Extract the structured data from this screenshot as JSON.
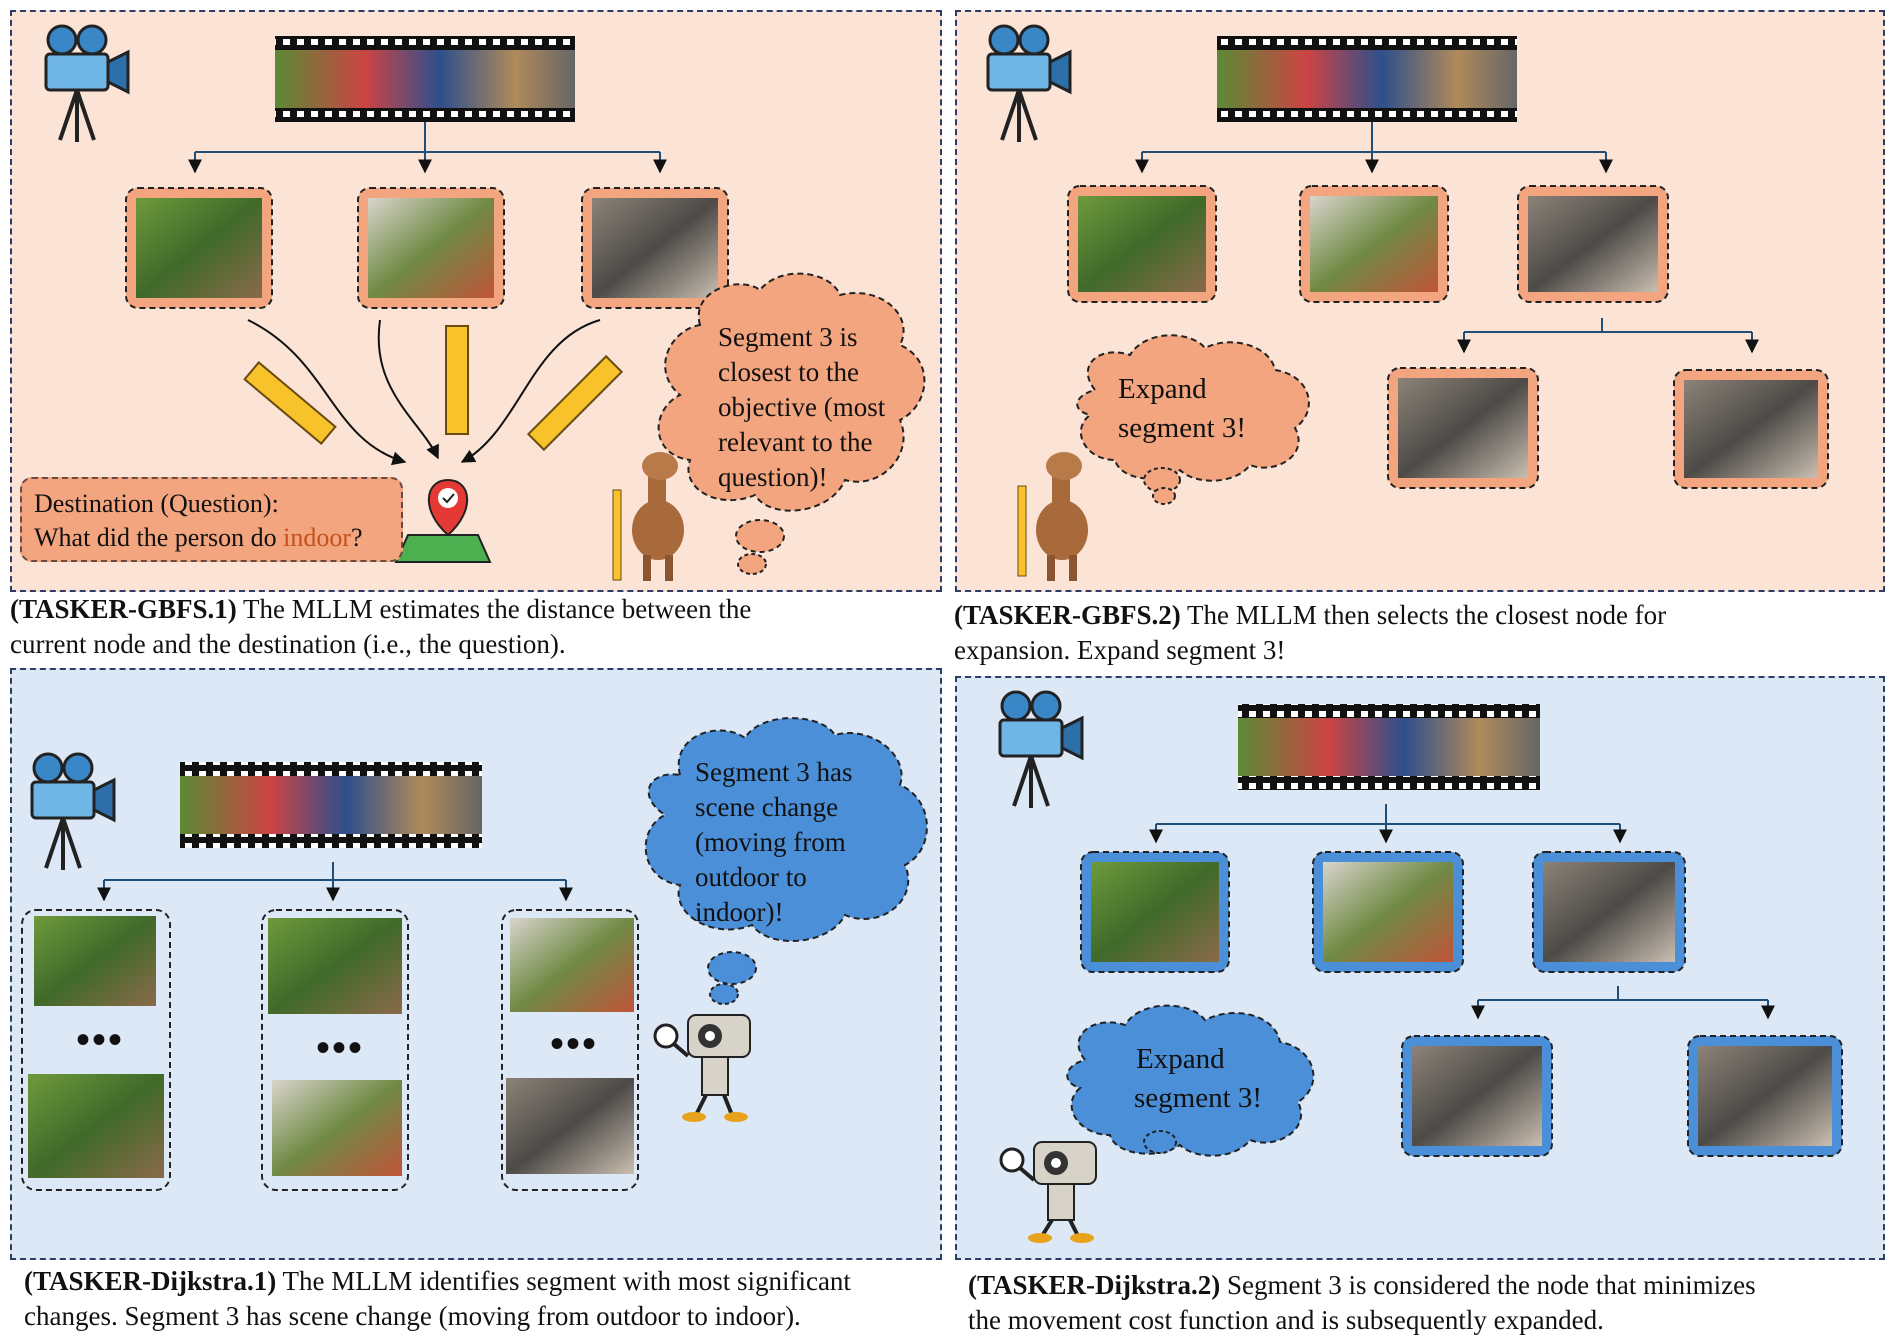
{
  "panels": {
    "gbfs1": {
      "caption_bold": "(TASKER-GBFS.1)",
      "caption_line1": " The MLLM estimates the distance between the",
      "caption_line2": "current node and the destination (i.e., the question).",
      "thought_lines": [
        "Segment 3 is",
        "closest to the",
        "objective (most",
        "relevant to the",
        "question)!"
      ],
      "destination_label": "Destination (Question):",
      "destination_text": "What did the person do ",
      "destination_highlight": "indoor",
      "destination_end": "?"
    },
    "gbfs2": {
      "caption_bold": "(TASKER-GBFS.2)",
      "caption_line1": " The MLLM then selects the closest node for",
      "caption_line2": "expansion. Expand segment 3!",
      "thought_lines": [
        "Expand",
        "segment 3!"
      ]
    },
    "dijkstra1": {
      "caption_bold": "(TASKER-Dijkstra.1)",
      "caption_line1": " The MLLM identifies segment with most significant",
      "caption_line2": "changes. Segment 3 has scene change (moving from outdoor to indoor).",
      "thought_lines": [
        "Segment 3 has",
        "scene change",
        "(moving from",
        "outdoor to",
        "indoor)!"
      ],
      "ellipsis": "•••"
    },
    "dijkstra2": {
      "caption_bold": "(TASKER-Dijkstra.2)",
      "caption_line1": " Segment 3 is considered the node that minimizes",
      "caption_line2": "the movement cost function and is subsequently expanded.",
      "thought_lines": [
        "Expand",
        "segment 3!"
      ]
    }
  },
  "colors": {
    "orange_panel": "#fbe3d6",
    "blue_panel": "#dce8f6",
    "orange_bubble": "#f2a57f",
    "blue_bubble": "#4a8fd8",
    "node_orange": "#f2a57f",
    "node_blue": "#4a8fd8"
  },
  "icons": [
    "video-camera-icon",
    "film-strip-icon",
    "ruler-icon",
    "map-pin-icon",
    "llama-icon",
    "robot-camera-icon",
    "magnifier-icon"
  ]
}
